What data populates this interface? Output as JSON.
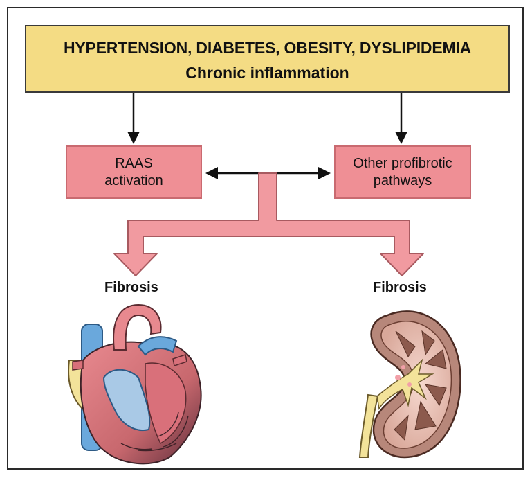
{
  "risk_factors": {
    "line1": "HYPERTENSION, DIABETES, OBESITY, DYSLIPIDEMIA",
    "line2": "Chronic inflammation"
  },
  "raas": {
    "line1": "RAAS",
    "line2": "activation"
  },
  "profibrotic": {
    "line1": "Other profibrotic",
    "line2": "pathways"
  },
  "outcomes": {
    "heart_label": "Fibrosis",
    "kidney_label": "Fibrosis"
  },
  "colors": {
    "top_box": "#f4dc84",
    "pathway_box": "#ef8f95",
    "fat_arrow": "#f19aa0"
  }
}
